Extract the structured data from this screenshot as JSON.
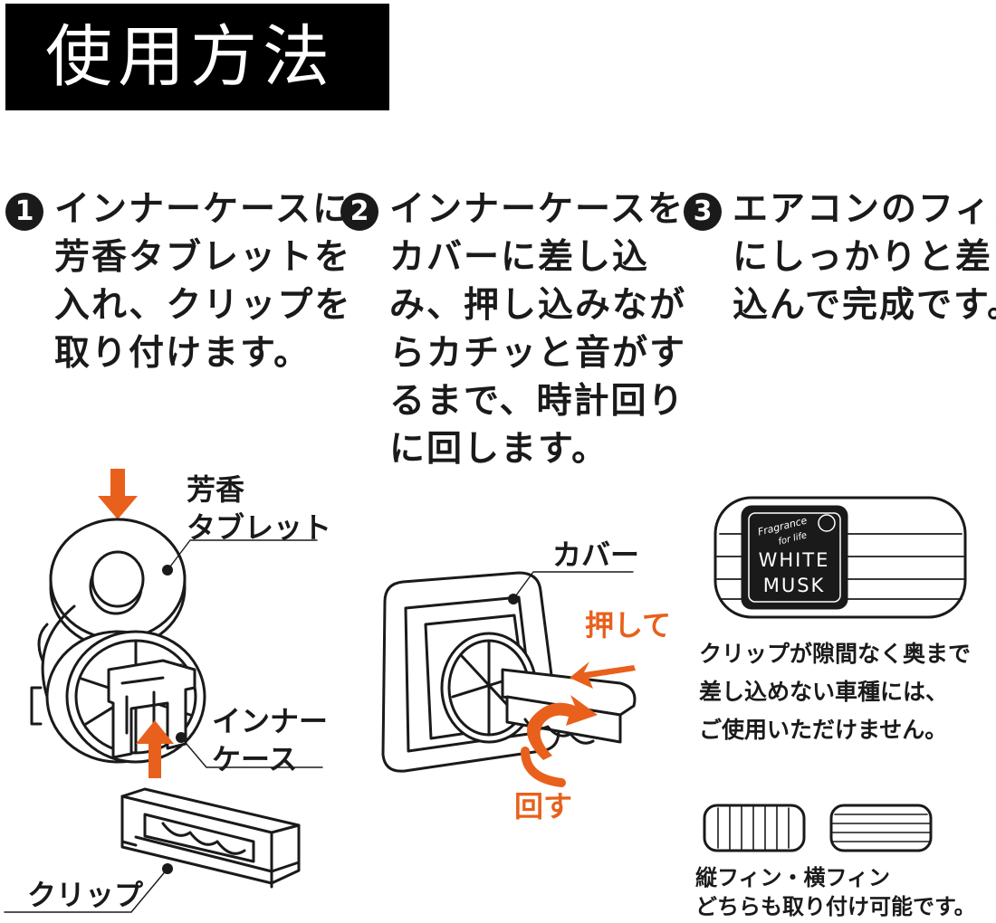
{
  "title": "使用方法",
  "steps": [
    {
      "number": "1",
      "lines": [
        "インナーケースに",
        "芳香タブレットを",
        "入れ、クリップを",
        "取り付けます。"
      ]
    },
    {
      "number": "2",
      "lines": [
        "インナーケースを",
        "カバーに差し込",
        "み、押し込みなが",
        "らカチッと音がす",
        "るまで、時計回り",
        "に回します。"
      ]
    },
    {
      "number": "3",
      "lines": [
        "エアコンのフィン",
        "にしっかりと差し",
        "込んで完成です。"
      ]
    }
  ],
  "diagram1": {
    "tablet_label": [
      "芳香",
      "タブレット"
    ],
    "inner_case_label": [
      "インナー",
      "ケース"
    ],
    "clip_label": "クリップ"
  },
  "diagram2": {
    "cover_label": "カバー",
    "push_label": "押して",
    "turn_label": "回す"
  },
  "diagram3": {
    "product_text": [
      "Fragrance",
      "for life",
      "WHITE",
      "MUSK"
    ],
    "warning": [
      "クリップが隙間なく奥まで",
      "差し込めない車種には、",
      "ご使用いただけません。"
    ],
    "fin_note": [
      "縦フィン・横フィン",
      "どちらも取り付け可能です。"
    ]
  },
  "colors": {
    "accent": "#e8601c",
    "ink": "#1a1a1a"
  }
}
